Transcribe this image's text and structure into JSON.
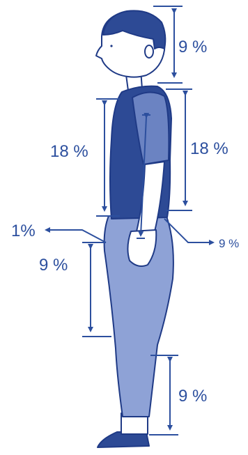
{
  "colors": {
    "accent": "#2c4f9e",
    "shirt": "#2d4a95",
    "sleeve": "#6b83c2",
    "pants": "#8ea2d6",
    "skin": "#ffffff",
    "outline": "#1f3a86"
  },
  "labels": {
    "head": "9 %",
    "torso_front": "18 %",
    "torso_back": "18 %",
    "genital": "1%",
    "arm": "9 %",
    "thigh": "9 %",
    "lower_leg": "9 %"
  }
}
